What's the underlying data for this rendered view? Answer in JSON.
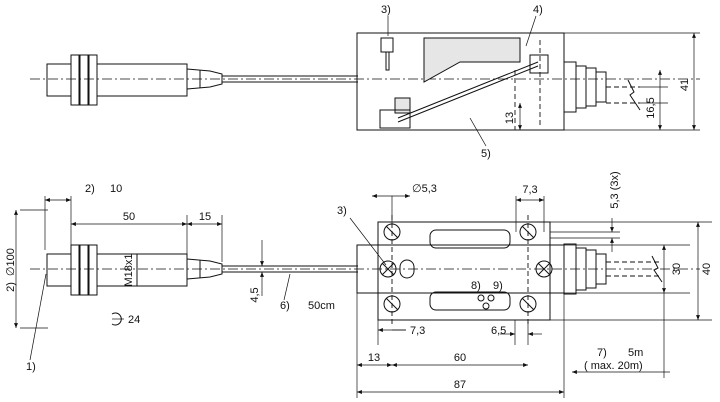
{
  "callouts": {
    "c1": "1)",
    "c2": "2)",
    "c3_top": "3)",
    "c3_bottom": "3)",
    "c4": "4)",
    "c5": "5)",
    "c6": "6)",
    "c7": "7)",
    "c8": "8)",
    "c9": "9)",
    "c2_side": "2)"
  },
  "dimensions": {
    "d10": "10",
    "d50": "50",
    "d15": "15",
    "d_dia100": "∅100",
    "d_m18": "M18x1",
    "d_wrench": "24",
    "d_4_5": "4,5",
    "d_cable": "50cm",
    "d_dia5_3": "∅5,3",
    "d_7_3_top": "7,3",
    "d_5_3_3x": "5,3  (3x)",
    "d_30": "30",
    "d_40": "40",
    "d_7_3_bottom": "7,3",
    "d_6_5": "6,5",
    "d_13_bottom": "13",
    "d_60": "60",
    "d_87": "87",
    "d_5m": "5m",
    "d_max20m": "( max. 20m)",
    "d_41": "41",
    "d_16_5": "16,5",
    "d_13_top": "13"
  }
}
